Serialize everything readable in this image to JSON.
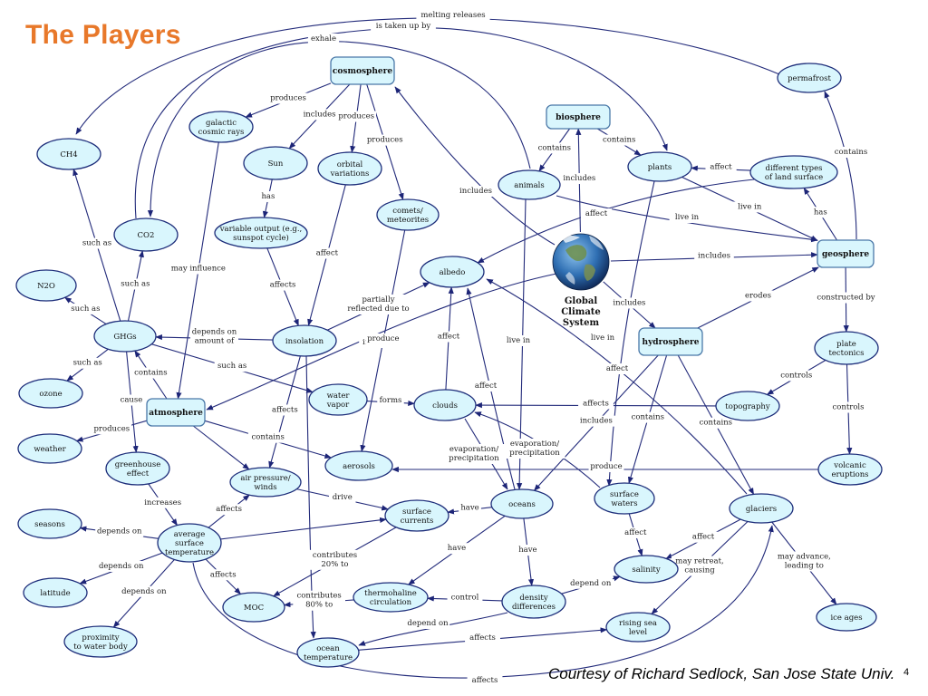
{
  "slide": {
    "title": "The Players",
    "credit": "Courtesy of Richard Sedlock, San Jose State Univ.",
    "page_number": "4"
  },
  "colors": {
    "title": "#e8782a",
    "node_fill": "#d9f6fd",
    "node_border": "#1d2d7a",
    "edge": "#222a7a"
  },
  "center": {
    "id": "gcs",
    "label": [
      "Global",
      "Climate",
      "System"
    ],
    "icon": "earth-globe-icon"
  },
  "nodes": [
    {
      "id": "cosmosphere",
      "label": [
        "cosmosphere"
      ],
      "shape": "rect",
      "bold": true
    },
    {
      "id": "biosphere",
      "label": [
        "biosphere"
      ],
      "shape": "rect",
      "bold": true
    },
    {
      "id": "geosphere",
      "label": [
        "geosphere"
      ],
      "shape": "rect",
      "bold": true
    },
    {
      "id": "hydrosphere",
      "label": [
        "hydrosphere"
      ],
      "shape": "rect",
      "bold": true
    },
    {
      "id": "atmosphere",
      "label": [
        "atmosphere"
      ],
      "shape": "rect",
      "bold": true
    },
    {
      "id": "permafrost",
      "label": [
        "permafrost"
      ],
      "shape": "ellipse"
    },
    {
      "id": "ch4",
      "label": [
        "CH4"
      ],
      "shape": "ellipse"
    },
    {
      "id": "co2",
      "label": [
        "CO2"
      ],
      "shape": "ellipse"
    },
    {
      "id": "n2o",
      "label": [
        "N2O"
      ],
      "shape": "ellipse"
    },
    {
      "id": "ghgs",
      "label": [
        "GHGs"
      ],
      "shape": "ellipse"
    },
    {
      "id": "ozone",
      "label": [
        "ozone"
      ],
      "shape": "ellipse"
    },
    {
      "id": "weather",
      "label": [
        "weather"
      ],
      "shape": "ellipse"
    },
    {
      "id": "seasons",
      "label": [
        "seasons"
      ],
      "shape": "ellipse"
    },
    {
      "id": "latitude",
      "label": [
        "latitude"
      ],
      "shape": "ellipse"
    },
    {
      "id": "proximity",
      "label": [
        "proximity",
        "to water body"
      ],
      "shape": "ellipse"
    },
    {
      "id": "gcr",
      "label": [
        "galactic",
        "cosmic rays"
      ],
      "shape": "ellipse"
    },
    {
      "id": "sun",
      "label": [
        "Sun"
      ],
      "shape": "ellipse"
    },
    {
      "id": "orbital",
      "label": [
        "orbital",
        "variations"
      ],
      "shape": "ellipse"
    },
    {
      "id": "comets",
      "label": [
        "comets/",
        "meteorites"
      ],
      "shape": "ellipse"
    },
    {
      "id": "varout",
      "label": [
        "variable output (e.g.,",
        "sunspot cycle)"
      ],
      "shape": "ellipse"
    },
    {
      "id": "insolation",
      "label": [
        "insolation"
      ],
      "shape": "ellipse"
    },
    {
      "id": "albedo",
      "label": [
        "albedo"
      ],
      "shape": "ellipse"
    },
    {
      "id": "animals",
      "label": [
        "animals"
      ],
      "shape": "ellipse"
    },
    {
      "id": "plants",
      "label": [
        "plants"
      ],
      "shape": "ellipse"
    },
    {
      "id": "landsurf",
      "label": [
        "different types",
        "of land surface"
      ],
      "shape": "ellipse"
    },
    {
      "id": "watervapor",
      "label": [
        "water",
        "vapor"
      ],
      "shape": "ellipse"
    },
    {
      "id": "clouds",
      "label": [
        "clouds"
      ],
      "shape": "ellipse"
    },
    {
      "id": "aerosols",
      "label": [
        "aerosols"
      ],
      "shape": "ellipse"
    },
    {
      "id": "greenhouse",
      "label": [
        "greenhouse",
        "effect"
      ],
      "shape": "ellipse"
    },
    {
      "id": "airpressure",
      "label": [
        "air pressure/",
        "winds"
      ],
      "shape": "ellipse"
    },
    {
      "id": "avgtemp",
      "label": [
        "average",
        "surface",
        "temperature"
      ],
      "shape": "ellipse"
    },
    {
      "id": "moc",
      "label": [
        "MOC"
      ],
      "shape": "ellipse"
    },
    {
      "id": "oceantemp",
      "label": [
        "ocean",
        "temperature"
      ],
      "shape": "ellipse"
    },
    {
      "id": "thermohaline",
      "label": [
        "thermohaline",
        "circulation"
      ],
      "shape": "ellipse"
    },
    {
      "id": "density",
      "label": [
        "density",
        "differences"
      ],
      "shape": "ellipse"
    },
    {
      "id": "sealevel",
      "label": [
        "rising sea",
        "level"
      ],
      "shape": "ellipse"
    },
    {
      "id": "oceans",
      "label": [
        "oceans"
      ],
      "shape": "ellipse"
    },
    {
      "id": "surfcurrents",
      "label": [
        "surface",
        "currents"
      ],
      "shape": "ellipse"
    },
    {
      "id": "surfwaters",
      "label": [
        "surface",
        "waters"
      ],
      "shape": "ellipse"
    },
    {
      "id": "salinity",
      "label": [
        "salinity"
      ],
      "shape": "ellipse"
    },
    {
      "id": "glaciers",
      "label": [
        "glaciers"
      ],
      "shape": "ellipse"
    },
    {
      "id": "iceages",
      "label": [
        "ice ages"
      ],
      "shape": "ellipse"
    },
    {
      "id": "topography",
      "label": [
        "topography"
      ],
      "shape": "ellipse"
    },
    {
      "id": "plate",
      "label": [
        "plate",
        "tectonics"
      ],
      "shape": "ellipse"
    },
    {
      "id": "volcanic",
      "label": [
        "volcanic",
        "eruptions"
      ],
      "shape": "ellipse"
    }
  ],
  "edges": [
    {
      "from": "permafrost",
      "to": "ch4",
      "label": [
        "melting releases"
      ]
    },
    {
      "from": "co2",
      "to": "plants",
      "label": [
        "is taken up by"
      ]
    },
    {
      "from": "animals",
      "to": "co2",
      "label": [
        "exhale"
      ]
    },
    {
      "from": "cosmosphere",
      "to": "gcr",
      "label": [
        "produces"
      ]
    },
    {
      "from": "cosmosphere",
      "to": "sun",
      "label": [
        "includes"
      ]
    },
    {
      "from": "cosmosphere",
      "to": "orbital",
      "label": [
        "produces"
      ]
    },
    {
      "from": "cosmosphere",
      "to": "comets",
      "label": [
        "produces"
      ]
    },
    {
      "from": "gcs",
      "to": "cosmosphere",
      "label": [
        "includes"
      ]
    },
    {
      "from": "biosphere",
      "to": "animals",
      "label": [
        "contains"
      ]
    },
    {
      "from": "biosphere",
      "to": "plants",
      "label": [
        "contains"
      ]
    },
    {
      "from": "gcs",
      "to": "biosphere",
      "label": [
        "includes"
      ]
    },
    {
      "from": "landsurf",
      "to": "plants",
      "label": [
        "affect"
      ]
    },
    {
      "from": "geosphere",
      "to": "permafrost",
      "label": [
        "contains"
      ]
    },
    {
      "from": "geosphere",
      "to": "landsurf",
      "label": [
        "has"
      ]
    },
    {
      "from": "plants",
      "to": "geosphere",
      "label": [
        "live in"
      ]
    },
    {
      "from": "animals",
      "to": "geosphere",
      "label": [
        "live in"
      ]
    },
    {
      "from": "landsurf",
      "to": "albedo",
      "label": [
        "affect"
      ]
    },
    {
      "from": "gcs",
      "to": "geosphere",
      "label": [
        "includes"
      ]
    },
    {
      "from": "sun",
      "to": "varout",
      "label": [
        "has"
      ]
    },
    {
      "from": "gcr",
      "to": "atmosphere",
      "label": [
        "may influence"
      ]
    },
    {
      "from": "ghgs",
      "to": "ch4",
      "label": [
        "such as"
      ]
    },
    {
      "from": "ghgs",
      "to": "co2",
      "label": [
        "such as"
      ]
    },
    {
      "from": "ghgs",
      "to": "n2o",
      "label": [
        "such as"
      ]
    },
    {
      "from": "ghgs",
      "to": "ozone",
      "label": [
        "such as"
      ]
    },
    {
      "from": "ghgs",
      "to": "watervapor",
      "label": [
        "such as"
      ]
    },
    {
      "from": "insolation",
      "to": "ghgs",
      "label": [
        "depends on",
        "amount of"
      ]
    },
    {
      "from": "varout",
      "to": "insolation",
      "label": [
        "affects"
      ]
    },
    {
      "from": "orbital",
      "to": "insolation",
      "label": [
        "affect"
      ]
    },
    {
      "from": "insolation",
      "to": "albedo",
      "label": [
        "partially",
        "reflected due to"
      ]
    },
    {
      "from": "gcs",
      "to": "atmosphere",
      "label": [
        "includes"
      ]
    },
    {
      "from": "gcs",
      "to": "hydrosphere",
      "label": [
        "includes"
      ]
    },
    {
      "from": "hydrosphere",
      "to": "geosphere",
      "label": [
        "erodes"
      ]
    },
    {
      "from": "geosphere",
      "to": "plate",
      "label": [
        "constructed by"
      ]
    },
    {
      "from": "atmosphere",
      "to": "ghgs",
      "label": [
        "contains"
      ]
    },
    {
      "from": "ghgs",
      "to": "greenhouse",
      "label": [
        "cause"
      ]
    },
    {
      "from": "atmosphere",
      "to": "weather",
      "label": [
        "produces"
      ]
    },
    {
      "from": "atmosphere",
      "to": "aerosols",
      "label": [
        "contains"
      ]
    },
    {
      "from": "atmosphere",
      "to": "airpressure",
      "label": []
    },
    {
      "from": "insolation",
      "to": "airpressure",
      "label": [
        "affects"
      ]
    },
    {
      "from": "watervapor",
      "to": "clouds",
      "label": [
        "forms"
      ]
    },
    {
      "from": "clouds",
      "to": "albedo",
      "label": [
        "affect"
      ]
    },
    {
      "from": "oceans",
      "to": "albedo",
      "label": [
        "affect"
      ]
    },
    {
      "from": "glaciers",
      "to": "albedo",
      "label": [
        "affect"
      ]
    },
    {
      "from": "comets",
      "to": "aerosols",
      "label": [
        "produce"
      ]
    },
    {
      "from": "topography",
      "to": "clouds",
      "label": [
        "affects"
      ]
    },
    {
      "from": "plate",
      "to": "topography",
      "label": [
        "controls"
      ]
    },
    {
      "from": "plate",
      "to": "volcanic",
      "label": [
        "controls"
      ]
    },
    {
      "from": "volcanic",
      "to": "aerosols",
      "label": [
        "produce"
      ]
    },
    {
      "from": "animals",
      "to": "oceans",
      "label": [
        "live in"
      ]
    },
    {
      "from": "plants",
      "to": "surfwaters",
      "label": [
        "live in"
      ]
    },
    {
      "from": "clouds",
      "to": "oceans",
      "label": [
        "evaporation/",
        "precipitation"
      ]
    },
    {
      "from": "surfwaters",
      "to": "clouds",
      "label": [
        "evaporation/",
        "precipitation"
      ]
    },
    {
      "from": "hydrosphere",
      "to": "oceans",
      "label": [
        "includes"
      ]
    },
    {
      "from": "hydrosphere",
      "to": "surfwaters",
      "label": [
        "contains"
      ]
    },
    {
      "from": "hydrosphere",
      "to": "glaciers",
      "label": [
        "contains"
      ]
    },
    {
      "from": "greenhouse",
      "to": "avgtemp",
      "label": [
        "increases"
      ]
    },
    {
      "from": "avgtemp",
      "to": "airpressure",
      "label": [
        "affects"
      ]
    },
    {
      "from": "airpressure",
      "to": "surfcurrents",
      "label": [
        "drive"
      ]
    },
    {
      "from": "avgtemp",
      "to": "seasons",
      "label": [
        "depends on"
      ]
    },
    {
      "from": "avgtemp",
      "to": "latitude",
      "label": [
        "depends on"
      ]
    },
    {
      "from": "avgtemp",
      "to": "proximity",
      "label": [
        "depends on"
      ]
    },
    {
      "from": "avgtemp",
      "to": "moc",
      "label": [
        "affects"
      ]
    },
    {
      "from": "avgtemp",
      "to": "surfcurrents",
      "label": []
    },
    {
      "from": "avgtemp",
      "to": "glaciers",
      "label": [
        "affects"
      ]
    },
    {
      "from": "oceans",
      "to": "surfcurrents",
      "label": [
        "have"
      ]
    },
    {
      "from": "surfcurrents",
      "to": "moc",
      "label": [
        "contributes",
        "20% to"
      ]
    },
    {
      "from": "thermohaline",
      "to": "moc",
      "label": [
        "contributes",
        "80% to"
      ]
    },
    {
      "from": "oceans",
      "to": "thermohaline",
      "label": [
        "have"
      ]
    },
    {
      "from": "oceans",
      "to": "density",
      "label": [
        "have"
      ]
    },
    {
      "from": "density",
      "to": "thermohaline",
      "label": [
        "control"
      ]
    },
    {
      "from": "density",
      "to": "salinity",
      "label": [
        "depend on"
      ]
    },
    {
      "from": "density",
      "to": "oceantemp",
      "label": [
        "depend on"
      ]
    },
    {
      "from": "oceantemp",
      "to": "sealevel",
      "label": [
        "affects"
      ]
    },
    {
      "from": "insolation",
      "to": "oceantemp",
      "label": []
    },
    {
      "from": "surfwaters",
      "to": "salinity",
      "label": [
        "affect"
      ]
    },
    {
      "from": "glaciers",
      "to": "salinity",
      "label": [
        "affect"
      ]
    },
    {
      "from": "glaciers",
      "to": "sealevel",
      "label": [
        "may retreat,",
        "causing"
      ]
    },
    {
      "from": "glaciers",
      "to": "iceages",
      "label": [
        "may advance,",
        "leading to"
      ]
    }
  ]
}
